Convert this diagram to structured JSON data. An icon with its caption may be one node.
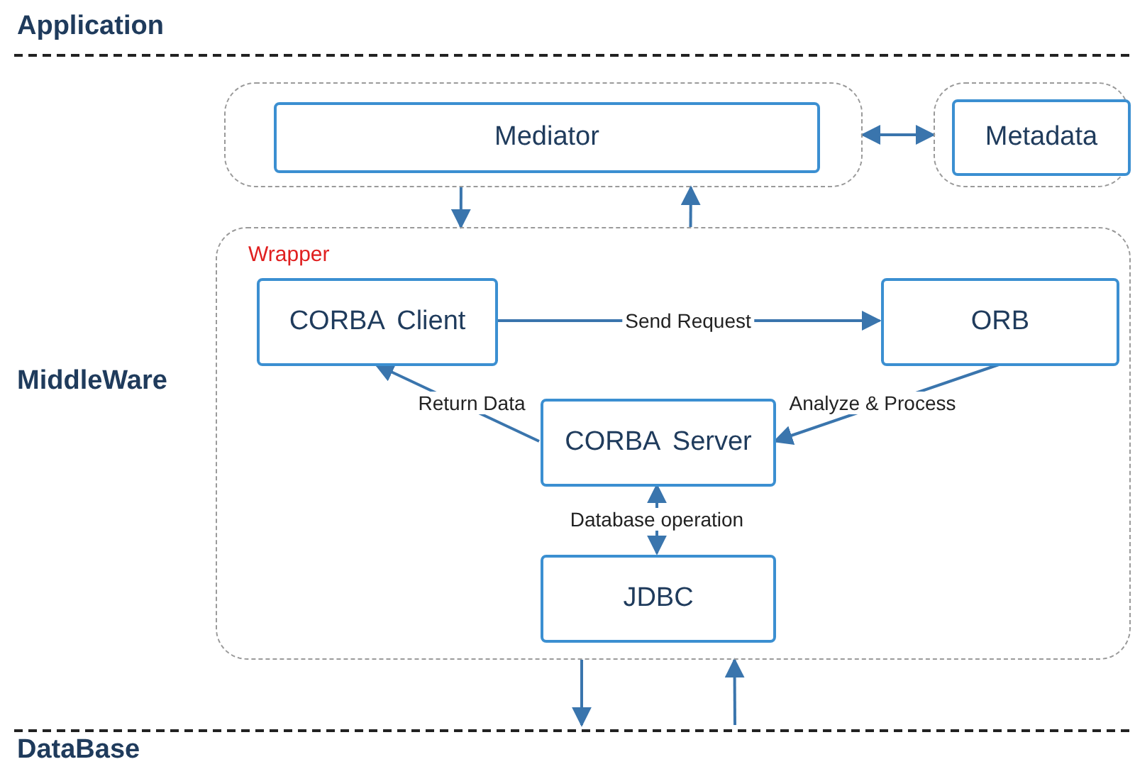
{
  "diagram": {
    "nodes": [
      {
        "text": [],
        "shape": "box"
      },
      {
        "text": [
          "Mediator"
        ],
        "in": 0
      },
      {
        "text": [],
        "shape": "box"
      },
      {
        "text": [
          "Metadata"
        ],
        "in": 2
      },
      {
        "text": [
          "Wrapper"
        ]
      },
      {
        "text": [
          "CORBA Client"
        ],
        "in": 4
      },
      {
        "text": [
          "ORB"
        ],
        "in": 4
      },
      {
        "text": [
          "CORBA Server"
        ],
        "in": 4
      },
      {
        "text": [
          "JDBC"
        ],
        "in": 4
      }
    ],
    "edges": [
      {
        "from": 0,
        "to": 2,
        "arrow": "both"
      },
      {
        "from": 0,
        "to": 4,
        "arrow": "to"
      },
      {
        "from": 4,
        "to": 0,
        "arrow": "to"
      },
      {
        "from": 5,
        "to": 6,
        "label": "Send Request",
        "arrow": "to"
      },
      {
        "from": 6,
        "to": 7,
        "label": "Analyze & Process",
        "arrow": "to"
      },
      {
        "from": 7,
        "to": 5,
        "label": "Return Data",
        "arrow": "to"
      },
      {
        "from": 7,
        "to": 8,
        "label": "Database operation",
        "arrow": "both"
      },
      {
        "from": 4,
        "to": null,
        "arrow": "to"
      },
      {
        "from": null,
        "to": 4,
        "arrow": "to"
      }
    ],
    "labels": [
      "Application",
      "MiddleWare",
      "DataBase"
    ]
  }
}
